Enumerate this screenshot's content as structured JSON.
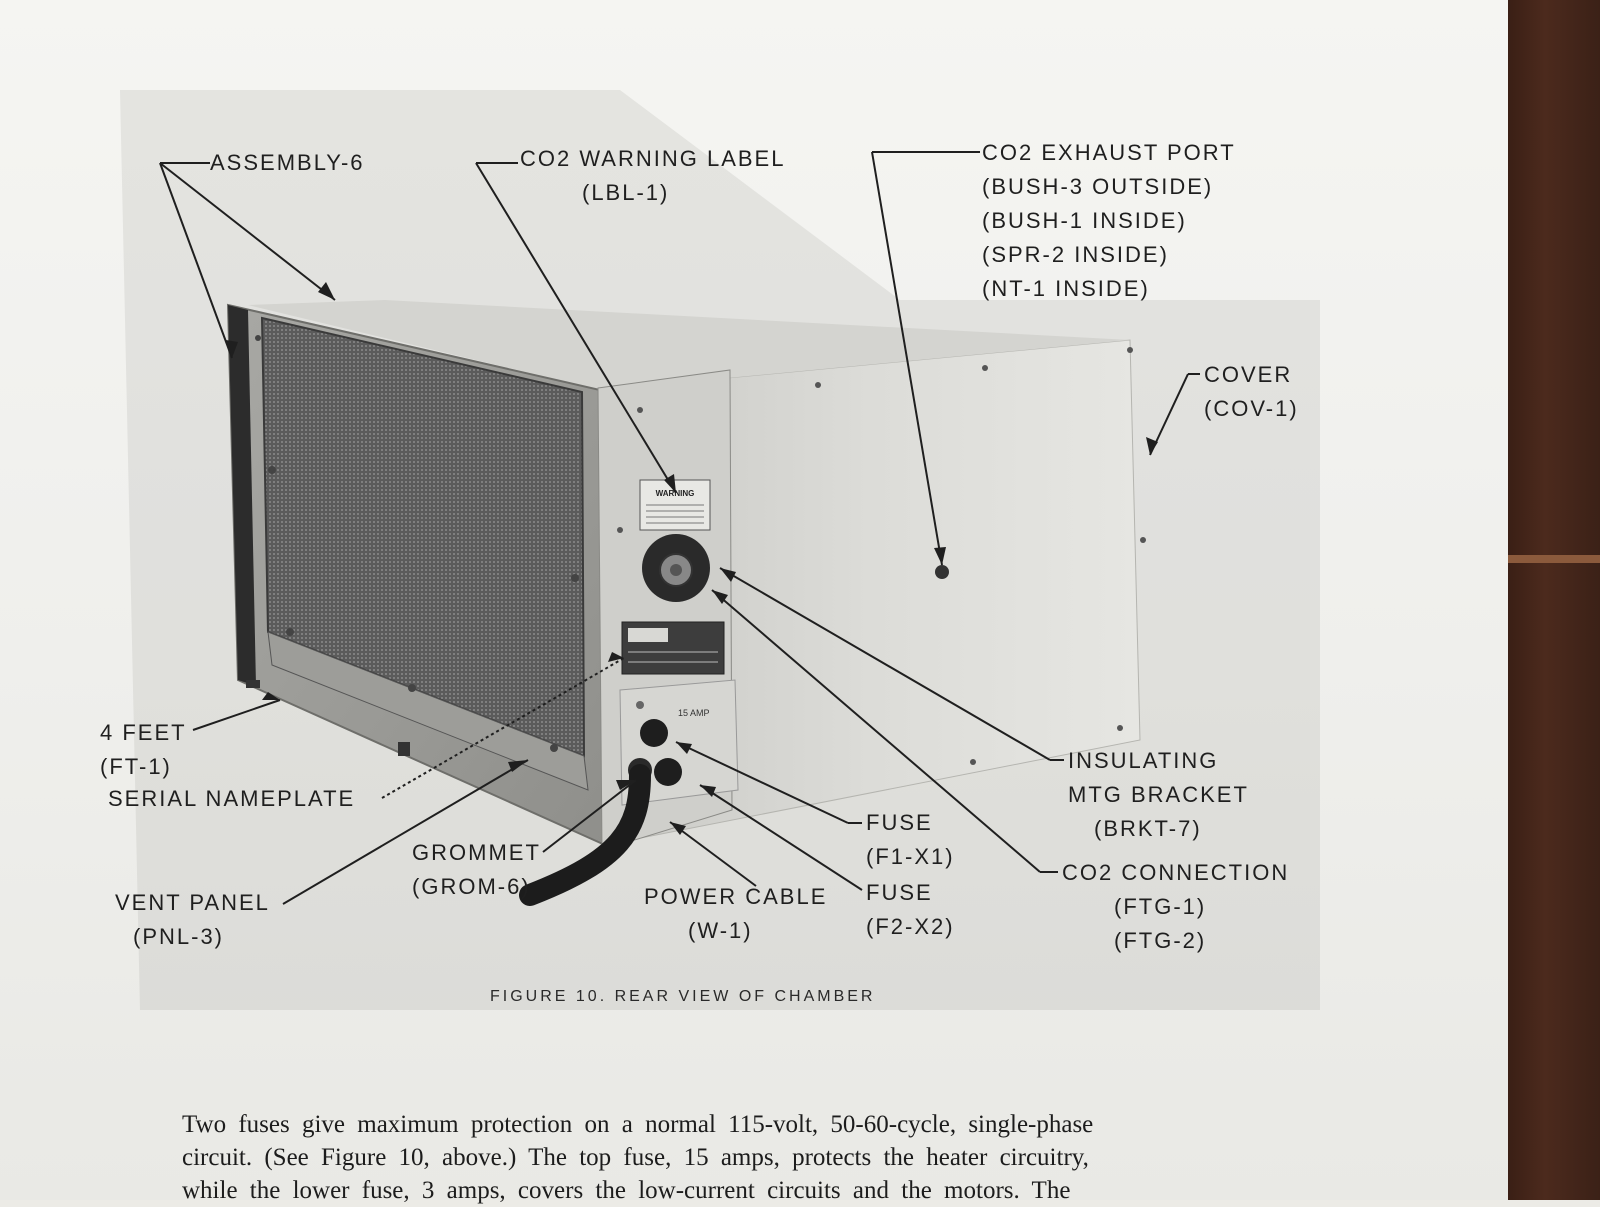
{
  "figure": {
    "caption": "FIGURE 10. REAR VIEW OF CHAMBER",
    "labels": {
      "assembly": [
        "ASSEMBLY-6"
      ],
      "warning_label": [
        "CO2 WARNING LABEL",
        "(LBL-1)"
      ],
      "exhaust_port": [
        "CO2 EXHAUST PORT",
        "(BUSH-3 OUTSIDE)",
        "(BUSH-1 INSIDE)",
        "(SPR-2 INSIDE)",
        "(NT-1 INSIDE)"
      ],
      "cover": [
        "COVER",
        "(COV-1)"
      ],
      "feet": [
        "4 FEET",
        "(FT-1)"
      ],
      "serial_nameplate": [
        "SERIAL NAMEPLATE"
      ],
      "insulating_bracket": [
        "INSULATING",
        "MTG BRACKET",
        "(BRKT-7)"
      ],
      "fuse_1": [
        "FUSE",
        "(F1-X1)"
      ],
      "grommet": [
        "GROMMET",
        "(GROM-6)"
      ],
      "co2_connection": [
        "CO2 CONNECTION",
        "(FTG-1)",
        "(FTG-2)"
      ],
      "vent_panel": [
        "VENT PANEL",
        "(PNL-3)"
      ],
      "power_cable": [
        "POWER CABLE",
        "(W-1)"
      ],
      "fuse_2": [
        "FUSE",
        "(F2-X2)"
      ]
    },
    "panel_markings": {
      "warning_sticker": "WARNING",
      "fuse_amp": "15 AMP"
    }
  },
  "body_text": {
    "line1": "Two fuses give maximum protection on a normal 115-volt, 50-60-cycle, single-phase",
    "line2": "circuit. (See Figure 10, above.) The top fuse, 15 amps, protects the heater circuitry,",
    "line3": "while the lower fuse, 3 amps, covers the low-current circuits and the motors. The"
  }
}
